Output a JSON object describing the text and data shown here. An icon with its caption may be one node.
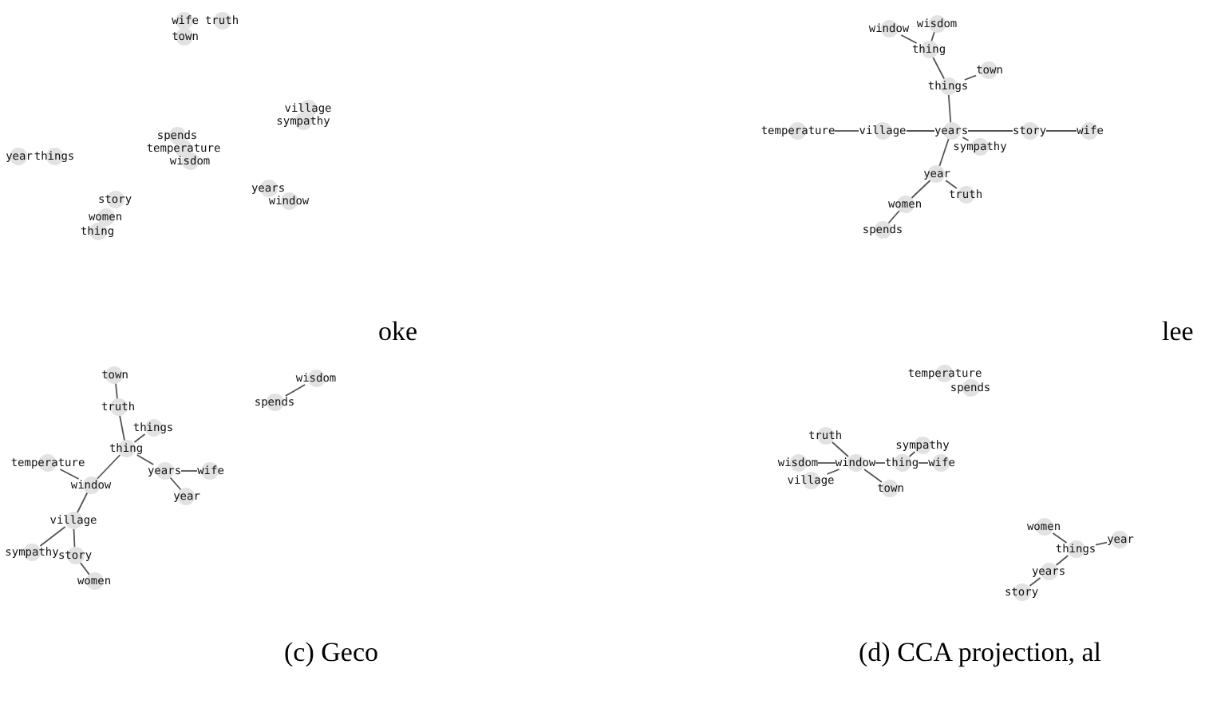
{
  "diagram": {
    "nodes": [
      {
        "text": [
          "wife"
        ]
      },
      {
        "text": [
          "truth"
        ]
      },
      {
        "text": [
          "town"
        ]
      },
      {
        "text": [
          "village"
        ]
      },
      {
        "text": [
          "sympathy"
        ]
      },
      {
        "text": [
          "spends"
        ]
      },
      {
        "text": [
          "temperature"
        ]
      },
      {
        "text": [
          "wisdom"
        ]
      },
      {
        "text": [
          "year"
        ]
      },
      {
        "text": [
          "things"
        ]
      },
      {
        "text": [
          "story"
        ]
      },
      {
        "text": [
          "women"
        ]
      },
      {
        "text": [
          "thing"
        ]
      },
      {
        "text": [
          "years"
        ]
      },
      {
        "text": [
          "window"
        ]
      },
      {
        "text": [
          "window"
        ]
      },
      {
        "text": [
          "wisdom"
        ]
      },
      {
        "text": [
          "thing"
        ]
      },
      {
        "text": [
          "town"
        ]
      },
      {
        "text": [
          "things"
        ]
      },
      {
        "text": [
          "temperature"
        ]
      },
      {
        "text": [
          "village"
        ]
      },
      {
        "text": [
          "years"
        ]
      },
      {
        "text": [
          "story"
        ]
      },
      {
        "text": [
          "wife"
        ]
      },
      {
        "text": [
          "sympathy"
        ]
      },
      {
        "text": [
          "year"
        ]
      },
      {
        "text": [
          "truth"
        ]
      },
      {
        "text": [
          "women"
        ]
      },
      {
        "text": [
          "spends"
        ]
      },
      {
        "text": [
          "town"
        ]
      },
      {
        "text": [
          "truth"
        ]
      },
      {
        "text": [
          "things"
        ]
      },
      {
        "text": [
          "thing"
        ]
      },
      {
        "text": [
          "temperature"
        ]
      },
      {
        "text": [
          "window"
        ]
      },
      {
        "text": [
          "years"
        ]
      },
      {
        "text": [
          "wife"
        ]
      },
      {
        "text": [
          "year"
        ]
      },
      {
        "text": [
          "village"
        ]
      },
      {
        "text": [
          "sympathy"
        ]
      },
      {
        "text": [
          "story"
        ]
      },
      {
        "text": [
          "women"
        ]
      },
      {
        "text": [
          "wisdom"
        ]
      },
      {
        "text": [
          "spends"
        ]
      },
      {
        "text": [
          "temperature"
        ]
      },
      {
        "text": [
          "spends"
        ]
      },
      {
        "text": [
          "truth"
        ]
      },
      {
        "text": [
          "sympathy"
        ]
      },
      {
        "text": [
          "wisdom"
        ]
      },
      {
        "text": [
          "window"
        ]
      },
      {
        "text": [
          "thing"
        ]
      },
      {
        "text": [
          "wife"
        ]
      },
      {
        "text": [
          "village"
        ]
      },
      {
        "text": [
          "town"
        ]
      },
      {
        "text": [
          "women"
        ]
      },
      {
        "text": [
          "year"
        ]
      },
      {
        "text": [
          "things"
        ]
      },
      {
        "text": [
          "years"
        ]
      },
      {
        "text": [
          "story"
        ]
      }
    ],
    "edges": [
      {
        "from": 15,
        "to": 17,
        "arrow": "none"
      },
      {
        "from": 16,
        "to": 17,
        "arrow": "none"
      },
      {
        "from": 17,
        "to": 19,
        "arrow": "none"
      },
      {
        "from": 19,
        "to": 18,
        "arrow": "none"
      },
      {
        "from": 19,
        "to": 22,
        "arrow": "none"
      },
      {
        "from": 20,
        "to": 21,
        "arrow": "none"
      },
      {
        "from": 21,
        "to": 22,
        "arrow": "none"
      },
      {
        "from": 22,
        "to": 23,
        "arrow": "none"
      },
      {
        "from": 23,
        "to": 24,
        "arrow": "none"
      },
      {
        "from": 22,
        "to": 25,
        "arrow": "none"
      },
      {
        "from": 22,
        "to": 26,
        "arrow": "none"
      },
      {
        "from": 26,
        "to": 28,
        "arrow": "none"
      },
      {
        "from": 26,
        "to": 27,
        "arrow": "none"
      },
      {
        "from": 28,
        "to": 29,
        "arrow": "none"
      },
      {
        "from": 30,
        "to": 31,
        "arrow": "none"
      },
      {
        "from": 31,
        "to": 33,
        "arrow": "none"
      },
      {
        "from": 32,
        "to": 33,
        "arrow": "none"
      },
      {
        "from": 33,
        "to": 35,
        "arrow": "none"
      },
      {
        "from": 33,
        "to": 36,
        "arrow": "none"
      },
      {
        "from": 36,
        "to": 37,
        "arrow": "none"
      },
      {
        "from": 36,
        "to": 38,
        "arrow": "none"
      },
      {
        "from": 34,
        "to": 35,
        "arrow": "none"
      },
      {
        "from": 35,
        "to": 39,
        "arrow": "none"
      },
      {
        "from": 39,
        "to": 40,
        "arrow": "none"
      },
      {
        "from": 39,
        "to": 41,
        "arrow": "none"
      },
      {
        "from": 41,
        "to": 42,
        "arrow": "none"
      },
      {
        "from": 44,
        "to": 43,
        "arrow": "none"
      },
      {
        "from": 47,
        "to": 50,
        "arrow": "none"
      },
      {
        "from": 49,
        "to": 50,
        "arrow": "none"
      },
      {
        "from": 53,
        "to": 50,
        "arrow": "none"
      },
      {
        "from": 54,
        "to": 50,
        "arrow": "none"
      },
      {
        "from": 50,
        "to": 51,
        "arrow": "none"
      },
      {
        "from": 51,
        "to": 48,
        "arrow": "none"
      },
      {
        "from": 51,
        "to": 52,
        "arrow": "none"
      },
      {
        "from": 55,
        "to": 57,
        "arrow": "none"
      },
      {
        "from": 56,
        "to": 57,
        "arrow": "none"
      },
      {
        "from": 57,
        "to": 58,
        "arrow": "none"
      },
      {
        "from": 58,
        "to": 59,
        "arrow": "none"
      }
    ],
    "labels": [
      "oke",
      "lee",
      "(c) Geco",
      "(d) CCA projection, al"
    ]
  }
}
